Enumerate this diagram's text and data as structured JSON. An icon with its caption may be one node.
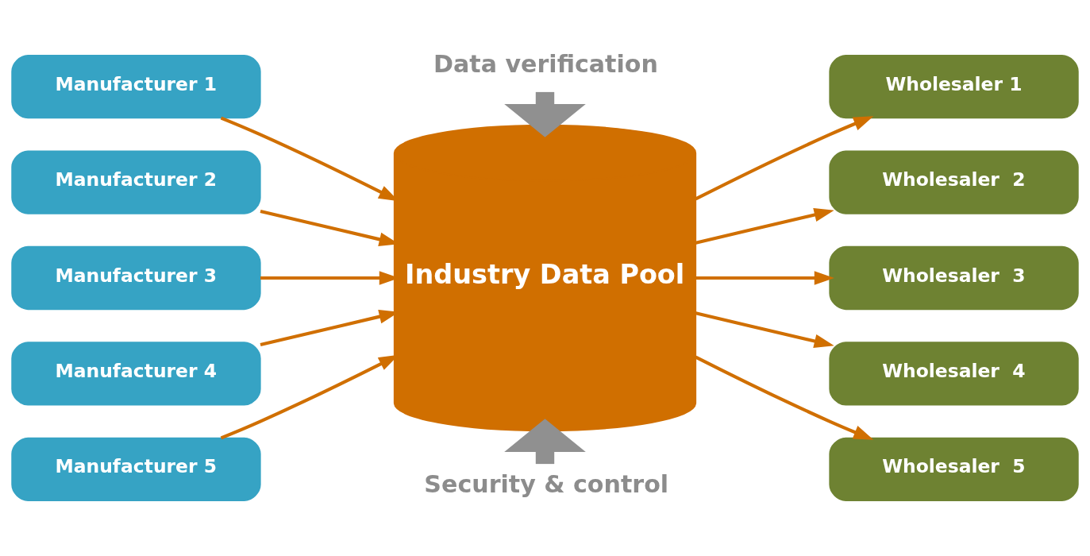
{
  "diagram": {
    "nodes": [
      {
        "text": [
          "Manufacturer 1"
        ]
      },
      {
        "text": [
          "Manufacturer 2"
        ]
      },
      {
        "text": [
          "Manufacturer 3"
        ]
      },
      {
        "text": [
          "Manufacturer 4"
        ]
      },
      {
        "text": [
          "Manufacturer 5"
        ]
      },
      {
        "text": [
          "Industry Data Pool"
        ]
      },
      {
        "text": [
          "Wholesaler 1"
        ]
      },
      {
        "text": [
          "Wholesaler  2"
        ]
      },
      {
        "text": [
          "Wholesaler  3"
        ]
      },
      {
        "text": [
          "Wholesaler  4"
        ]
      },
      {
        "text": [
          "Wholesaler  5"
        ]
      },
      {
        "text": [
          "Data verification"
        ]
      },
      {
        "text": [
          "Security & control"
        ]
      }
    ],
    "edges": [
      {
        "from": 0,
        "to": 5,
        "arrow": "to"
      },
      {
        "from": 1,
        "to": 5,
        "arrow": "to"
      },
      {
        "from": 2,
        "to": 5,
        "arrow": "to"
      },
      {
        "from": 3,
        "to": 5,
        "arrow": "to"
      },
      {
        "from": 4,
        "to": 5,
        "arrow": "to"
      },
      {
        "from": 5,
        "to": 6,
        "arrow": "to"
      },
      {
        "from": 5,
        "to": 7,
        "arrow": "to"
      },
      {
        "from": 5,
        "to": 8,
        "arrow": "to"
      },
      {
        "from": 5,
        "to": 9,
        "arrow": "to"
      },
      {
        "from": 5,
        "to": 10,
        "arrow": "to"
      },
      {
        "from": 11,
        "to": 5,
        "arrow": "to",
        "style": "thick",
        "color": "#909090"
      },
      {
        "from": 12,
        "to": 5,
        "arrow": "to",
        "style": "thick",
        "color": "#909090"
      }
    ]
  }
}
